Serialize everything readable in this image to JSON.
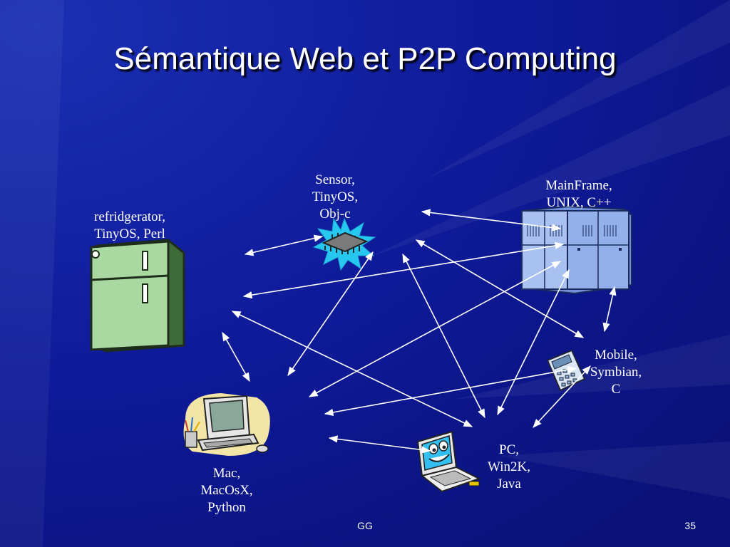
{
  "slide": {
    "title": "Sémantique Web et P2P Computing",
    "footer_center": "GG",
    "page_number": "35",
    "background_color": "#0c1690"
  },
  "nodes": [
    {
      "id": "refrigerator",
      "label": "refridgerator,\nTinyOS, Perl",
      "icon": "refrigerator-icon"
    },
    {
      "id": "sensor",
      "label": "Sensor,\nTinyOS,\nObj-c",
      "icon": "chip-icon"
    },
    {
      "id": "mainframe",
      "label": "MainFrame,\nUNIX, C++",
      "icon": "server-icon"
    },
    {
      "id": "mobile",
      "label": "Mobile,\nSymbian,\nC",
      "icon": "calculator-icon"
    },
    {
      "id": "pc",
      "label": "PC,\nWin2K,\nJava",
      "icon": "laptop-icon"
    },
    {
      "id": "mac",
      "label": "Mac,\nMacOsX,\nPython",
      "icon": "desktop-computer-icon"
    }
  ],
  "connections": [
    [
      "sensor",
      "refrigerator"
    ],
    [
      "mainframe",
      "refrigerator"
    ],
    [
      "sensor",
      "mainframe"
    ],
    [
      "refrigerator",
      "pc"
    ],
    [
      "refrigerator",
      "mac"
    ],
    [
      "sensor",
      "mac"
    ],
    [
      "mainframe",
      "mac"
    ],
    [
      "sensor",
      "pc"
    ],
    [
      "sensor",
      "mobile"
    ],
    [
      "mainframe",
      "mobile"
    ],
    [
      "mainframe",
      "pc"
    ],
    [
      "mobile",
      "mac"
    ],
    [
      "mobile",
      "pc"
    ],
    [
      "pc",
      "mac"
    ]
  ],
  "colors": {
    "arrow": "#ffffff",
    "text": "#ffffff"
  }
}
